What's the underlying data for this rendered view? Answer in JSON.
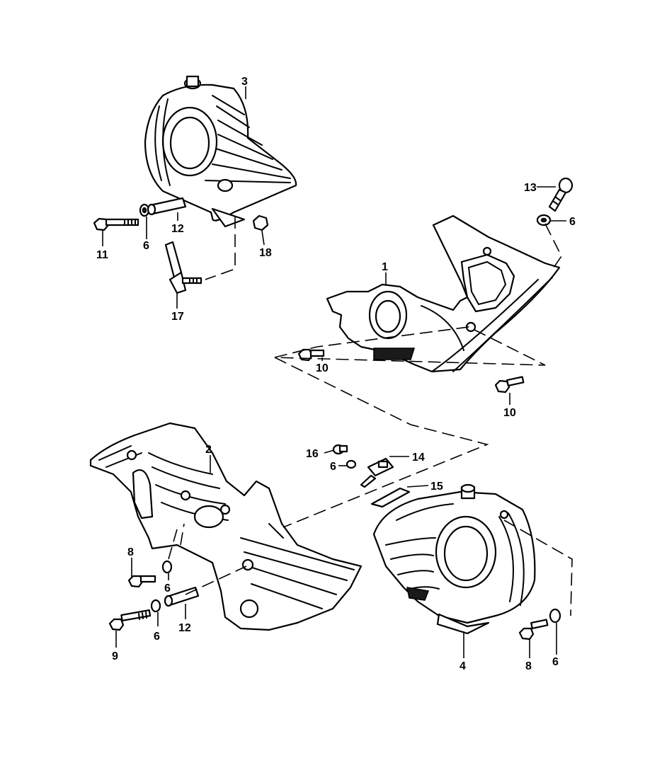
{
  "callouts": {
    "c1": "1",
    "c2": "2",
    "c3": "3",
    "c4": "4",
    "c6a": "6",
    "c6b": "6",
    "c6c": "6",
    "c6d": "6",
    "c6e": "6",
    "c6f": "6",
    "c8a": "8",
    "c8b": "8",
    "c9": "9",
    "c10a": "10",
    "c10b": "10",
    "c11": "11",
    "c12a": "12",
    "c12b": "12",
    "c13": "13",
    "c14": "14",
    "c15": "15",
    "c16": "16",
    "c17": "17",
    "c18": "18"
  },
  "colors": {
    "ink": "#000000",
    "paper": "#ffffff"
  }
}
